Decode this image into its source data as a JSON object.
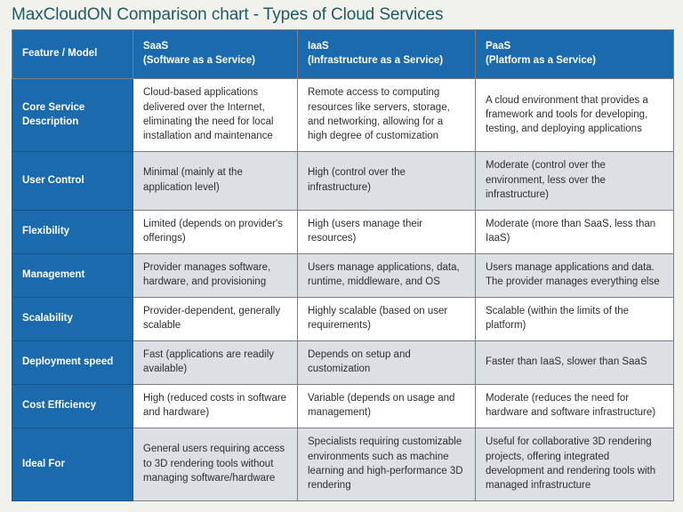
{
  "page": {
    "title": "MaxCloudON Comparison chart - Types of Cloud Services",
    "background_color": "#f2f2ec",
    "title_color": "#1f5b66",
    "accent_color": "#1b6aad",
    "stripe_color": "#dcdfe3",
    "border_color": "#7a7f85"
  },
  "table": {
    "columns": [
      {
        "line1": "Feature / Model",
        "line2": ""
      },
      {
        "line1": "SaaS",
        "line2": "(Software as a Service)"
      },
      {
        "line1": "IaaS",
        "line2": "(Infrastructure as a Service)"
      },
      {
        "line1": "PaaS",
        "line2": "(Platform as a Service)"
      }
    ],
    "rows": [
      {
        "feature": "Core Service Description",
        "saas": "Cloud-based applications delivered over the Internet, eliminating the need for local installation and maintenance",
        "iaas": "Remote access to computing resources like servers, storage, and networking, allowing for a high degree of customization",
        "paas": "A cloud environment that provides a framework and tools for developing, testing, and deploying applications"
      },
      {
        "feature": "User Control",
        "saas": "Minimal (mainly at the application level)",
        "iaas": "High (control over the infrastructure)",
        "paas": "Moderate (control over the environment, less over the infrastructure)"
      },
      {
        "feature": "Flexibility",
        "saas": "Limited (depends on provider's offerings)",
        "iaas": "High (users manage their resources)",
        "paas": "Moderate (more than SaaS, less than IaaS)"
      },
      {
        "feature": "Management",
        "saas": "Provider manages software, hardware, and provisioning",
        "iaas": "Users manage applications, data, runtime, middleware, and OS",
        "paas": "Users manage applications and data. The provider manages everything else"
      },
      {
        "feature": "Scalability",
        "saas": "Provider-dependent, generally scalable",
        "iaas": "Highly scalable (based on user requirements)",
        "paas": "Scalable (within the limits of the platform)"
      },
      {
        "feature": "Deployment speed",
        "saas": "Fast (applications are readily available)",
        "iaas": "Depends on setup and customization",
        "paas": "Faster than IaaS, slower than SaaS"
      },
      {
        "feature": "Cost Efficiency",
        "saas": "High (reduced costs in software and hardware)",
        "iaas": "Variable (depends on usage and management)",
        "paas": "Moderate (reduces the need for hardware and software infrastructure)"
      },
      {
        "feature": "Ideal For",
        "saas": "General users requiring access to 3D rendering tools without managing software/hardware",
        "iaas": "Specialists requiring customizable environments such as machine learning and high-performance 3D rendering",
        "paas": "Useful for collaborative 3D rendering projects, offering integrated development and rendering tools with managed infrastructure"
      }
    ]
  }
}
